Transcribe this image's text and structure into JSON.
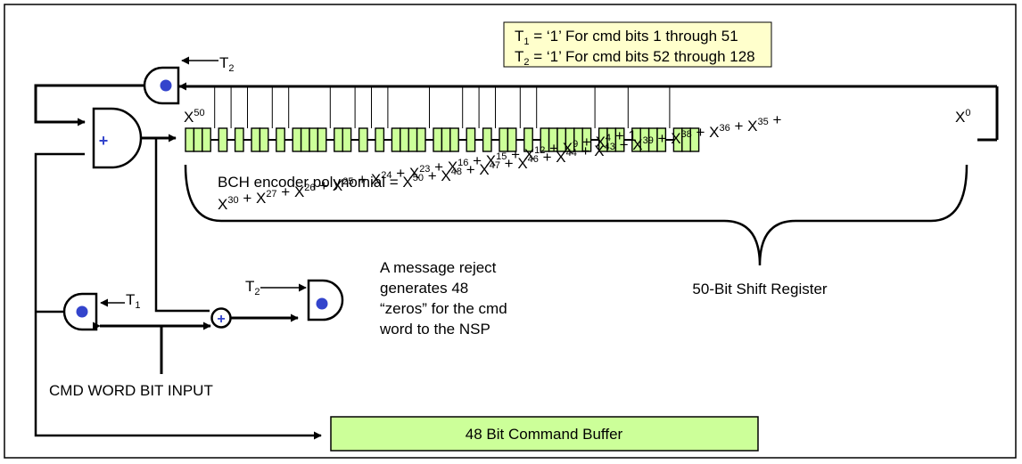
{
  "colors": {
    "box_fill": "#ccff99",
    "note_fill": "#ffffcc",
    "gate_dot": "#3344cc",
    "stroke": "#000000"
  },
  "note": {
    "line1_base": "T",
    "line1_sub": "1",
    "line1_rest": " = ‘1’ For cmd bits 1 through 51",
    "line2_base": "T",
    "line2_sub": "2",
    "line2_rest": " = ‘1’ For cmd bits 52 through 128"
  },
  "gates": {
    "top_control": {
      "base": "T",
      "sub": "2"
    },
    "input_control": {
      "base": "T",
      "sub": "1"
    },
    "reject_control": {
      "base": "T",
      "sub": "2"
    },
    "xor_symbol": "+"
  },
  "register": {
    "left_label": "X",
    "left_exp": "50",
    "right_label": "X",
    "right_exp": "0",
    "name": "50-Bit Shift Register"
  },
  "polynomial": {
    "prefix": "BCH encoder polynomial = ",
    "line1_terms": [
      "50",
      "48",
      "47",
      "46",
      "44",
      "43",
      "39",
      "38",
      "36",
      "35"
    ],
    "line2_terms": [
      "30",
      "27",
      "26",
      "25",
      "24",
      "23",
      "16",
      "15",
      "12",
      "9",
      "4"
    ],
    "base": "X",
    "joiner": " + ",
    "trailing_line1": " +",
    "constant": "1"
  },
  "reject_note": [
    "A message reject",
    "generates 48",
    "“zeros” for the cmd",
    "word to the NSP"
  ],
  "input_label": "CMD WORD BIT INPUT",
  "command_buffer": {
    "label": "48 Bit Command Buffer"
  }
}
